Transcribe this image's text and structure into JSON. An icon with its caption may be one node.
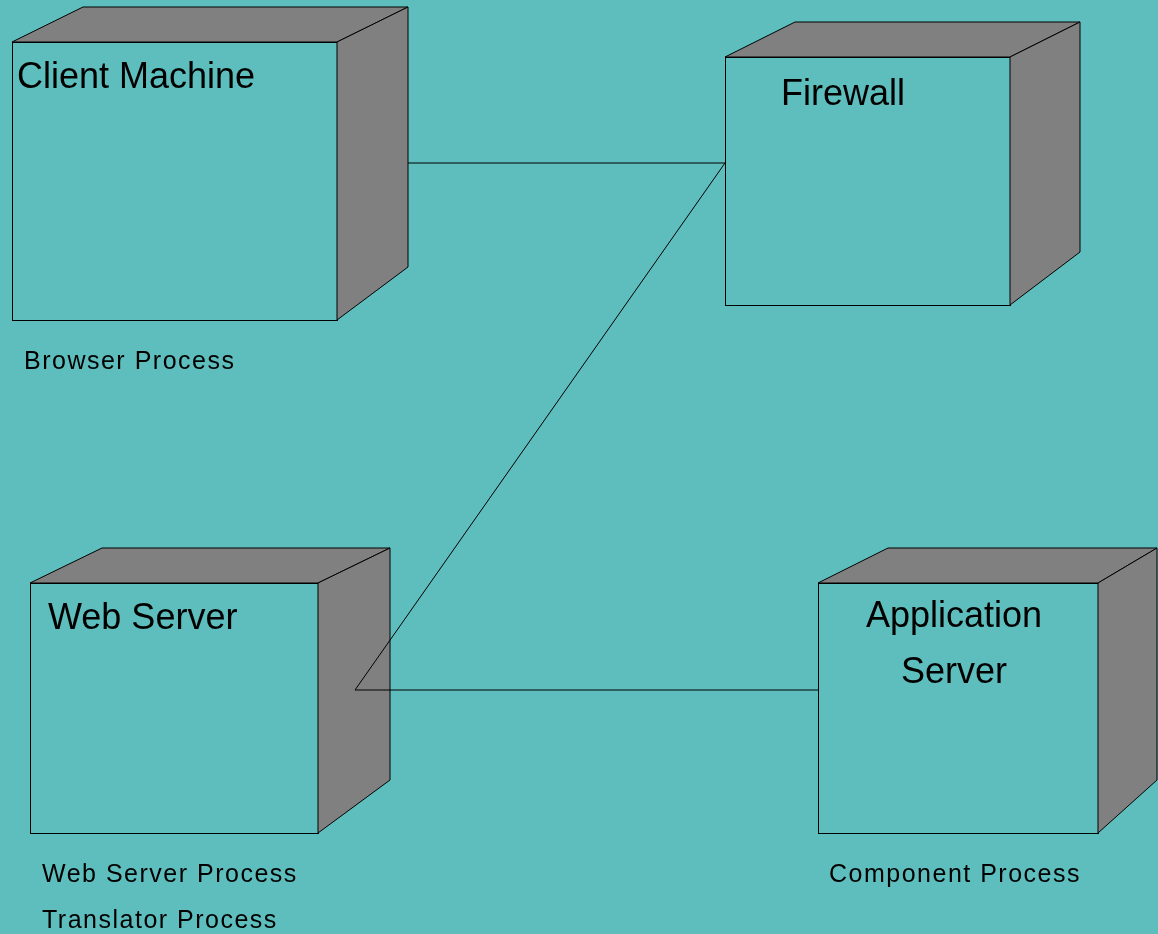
{
  "diagram": {
    "nodes": [
      {
        "text": [
          "Client Machine"
        ],
        "beside": [
          "Browser Process"
        ]
      },
      {
        "text": [
          "Firewall"
        ]
      },
      {
        "text": [
          "Web Server"
        ],
        "beside": [
          "Web Server Process",
          "Translator Process"
        ]
      },
      {
        "text": [
          "Application Server"
        ],
        "beside": [
          "Component Process"
        ]
      }
    ],
    "edges": [
      {
        "from": 0,
        "to": 1,
        "arrow": "none"
      },
      {
        "from": 1,
        "to": 2,
        "arrow": "none"
      },
      {
        "from": 2,
        "to": 3,
        "arrow": "none"
      }
    ]
  }
}
